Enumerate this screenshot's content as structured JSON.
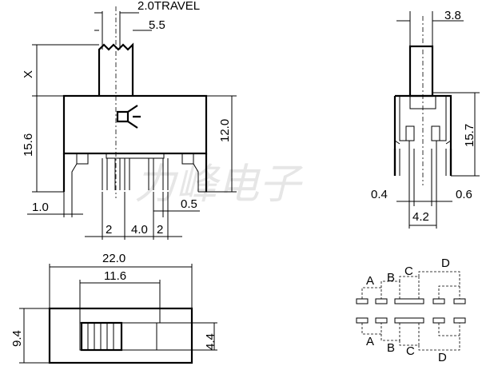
{
  "watermark": "力峰电子",
  "front_view": {
    "travel": "2.0TRAVEL",
    "actuator_width": "5.5",
    "actuator_height": "X",
    "body_height": "15.6",
    "body_top_to_terminal": "12.0",
    "terminal_offset": "1.0",
    "pin_width": "0.5",
    "pin_pitch_a": "2",
    "pin_pitch_b": "4.0",
    "pin_pitch_c": "2"
  },
  "side_view": {
    "actuator_width": "3.8",
    "height": "15.7",
    "left_pin": "0.4",
    "right_pin": "0.6",
    "pin_span": "4.2"
  },
  "top_view": {
    "length": "22.0",
    "window_length": "11.6",
    "width": "9.4",
    "knob_width": "4.4"
  },
  "circuit": {
    "top_labels": [
      "A",
      "B",
      "C",
      "D"
    ],
    "bottom_labels": [
      "A",
      "B",
      "C",
      "D"
    ]
  }
}
